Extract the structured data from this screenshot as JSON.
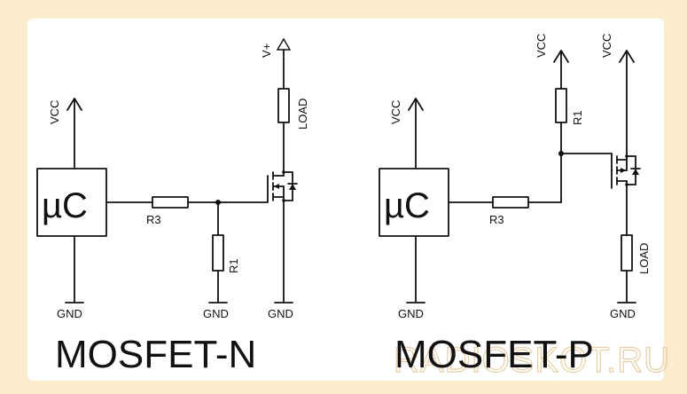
{
  "colors": {
    "background": "#fbeccd",
    "panel": "#ffffff",
    "ink": "#111111",
    "watermark": "#e7cda6"
  },
  "left": {
    "title": "MOSFET-N",
    "vcc": "VCC",
    "vplus": "V+",
    "uc": "µC",
    "r3": "R3",
    "r1": "R1",
    "load": "LOAD",
    "gnd1": "GND",
    "gnd2": "GND",
    "gnd3": "GND"
  },
  "right": {
    "title": "MOSFET-P",
    "vcc1": "VCC",
    "vcc2": "VCC",
    "vcc3": "VCC",
    "uc": "µC",
    "r3": "R3",
    "r1": "R1",
    "load": "LOAD",
    "gnd1": "GND",
    "gnd2": "GND"
  },
  "watermark": "RADIOSKOT.RU"
}
